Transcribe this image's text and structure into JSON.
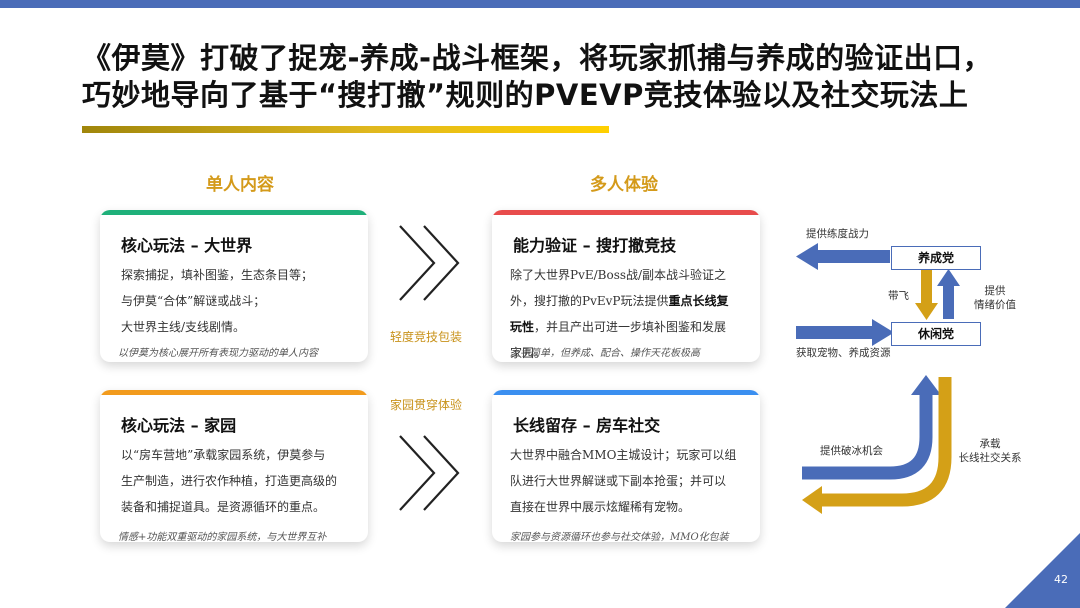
{
  "title": {
    "line1": "《伊莫》打破了捉宠-养成-战斗框架，将玩家抓捕与养成的验证出口，",
    "line2": "巧妙地导向了基于“搜打撤”规则的PVEVP竞技体验以及社交玩法上"
  },
  "columns": {
    "left": "单人内容",
    "right": "多人体验"
  },
  "cards": {
    "core_world": {
      "title": "核心玩法 – 大世界",
      "lines": [
        "探索捕捉，填补图鉴，生态条目等；",
        "与伊莫“合体”解谜或战斗；",
        "大世界主线/支线剧情。"
      ],
      "note": "以伊莫为核心展开所有表现力驱动的单人内容"
    },
    "core_home": {
      "title": "核心玩法 – 家园",
      "lines": [
        "以“房车营地”承载家园系统，伊莫参与",
        "生产制造，进行农作种植，打造更高级的",
        "装备和捕捉道具。是资源循环的重点。"
      ],
      "note": "情感+功能双重驱动的家园系统，与大世界互补"
    },
    "ability": {
      "title": "能力验证 – 搜打撤竞技",
      "line1": "除了大世界PvE/Boss战/副本战斗验证之",
      "line2_a": "外，搜打撤的PvEvP玩法提供",
      "line2_b": "重点长线复",
      "line3_a": "玩性",
      "line3_b": "，并且产出可进一步填补图鉴和发展",
      "line4": "家园。",
      "note": "上手简单，但养成、配合、操作天花板极高"
    },
    "longterm": {
      "title": "长线留存 – 房车社交",
      "lines": [
        "大世界中融合MMO主城设计；玩家可以组",
        "队进行大世界解谜或下副本抢蛋；并可以",
        "直接在世界中展示炫耀稀有宠物。"
      ],
      "note": "家园参与资源循环也参与社交体验，MMO化包装"
    }
  },
  "mid_labels": {
    "top": "轻度竞技包装",
    "bottom": "家园贯穿体验"
  },
  "flow": {
    "box_top": "养成党",
    "box_bottom": "休闲党",
    "label_provide_power": "提供练度战力",
    "label_carry": "带飞",
    "label_emotion_1": "提供",
    "label_emotion_2": "情绪价值",
    "label_obtain": "获取宠物、养成资源",
    "label_icebreak": "提供破冰机会",
    "label_social_1": "承载",
    "label_social_2": "长线社交关系"
  },
  "colors": {
    "blue": "#4a6cb8",
    "gold": "#d4a017",
    "green": "#1fb07a",
    "orange": "#f29b1d",
    "red": "#e84c4c",
    "sky": "#3b8ff0"
  },
  "page_number": "42"
}
